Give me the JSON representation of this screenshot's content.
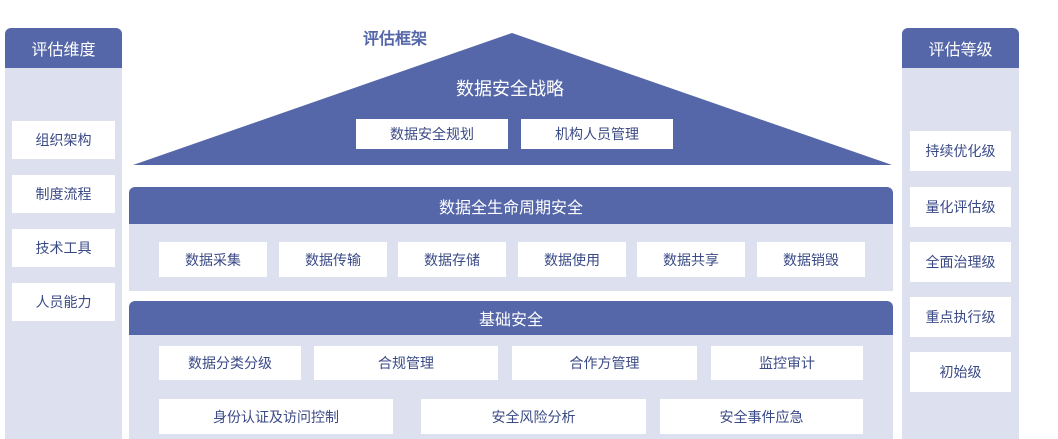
{
  "framework_title": "评估框架",
  "left_panel": {
    "title": "评估维度",
    "items": [
      "组织架构",
      "制度流程",
      "技术工具",
      "人员能力"
    ]
  },
  "right_panel": {
    "title": "评估等级",
    "items": [
      "持续优化级",
      "量化评估级",
      "全面治理级",
      "重点执行级",
      "初始级"
    ]
  },
  "roof": {
    "title": "数据安全战略",
    "items": [
      "数据安全规划",
      "机构人员管理"
    ]
  },
  "lifecycle": {
    "title": "数据全生命周期安全",
    "items": [
      "数据采集",
      "数据传输",
      "数据存储",
      "数据使用",
      "数据共享",
      "数据销毁"
    ]
  },
  "foundation": {
    "title": "基础安全",
    "row1": [
      "数据分类分级",
      "合规管理",
      "合作方管理",
      "监控审计"
    ],
    "row2": [
      "身份认证及访问控制",
      "安全风险分析",
      "安全事件应急"
    ]
  },
  "colors": {
    "primary": "#5567a8",
    "panel": "#dde1ef",
    "text": "#3a4a86"
  }
}
